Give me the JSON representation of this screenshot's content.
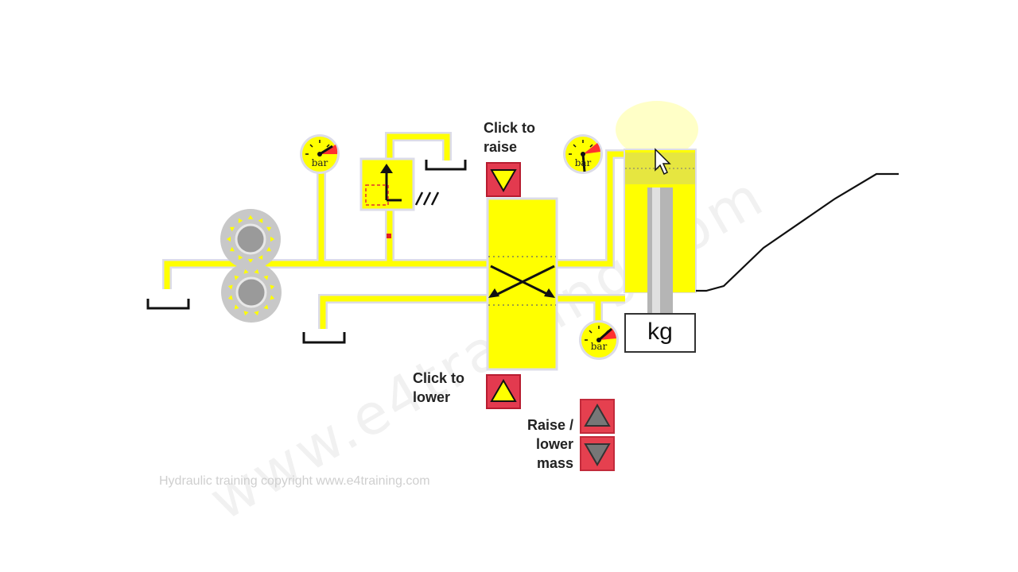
{
  "controls": {
    "raise_label": [
      "Click to",
      "raise"
    ],
    "lower_label": [
      "Click to",
      "lower"
    ],
    "mass_label": [
      "Raise /",
      "lower",
      "mass"
    ]
  },
  "gauges": {
    "unit": "bar"
  },
  "cylinder": {
    "mass_label": "kg"
  },
  "watermark": "www.e4training.com",
  "footer": {
    "copyright": "Hydraulic training copyright www.e4training.com"
  },
  "colors": {
    "oil": "#ffff00",
    "pipe_edge": "#d8d8e8",
    "button": "#e33a4f",
    "gear": "#c8c8c8",
    "gear_center": "#9a9a9a"
  }
}
